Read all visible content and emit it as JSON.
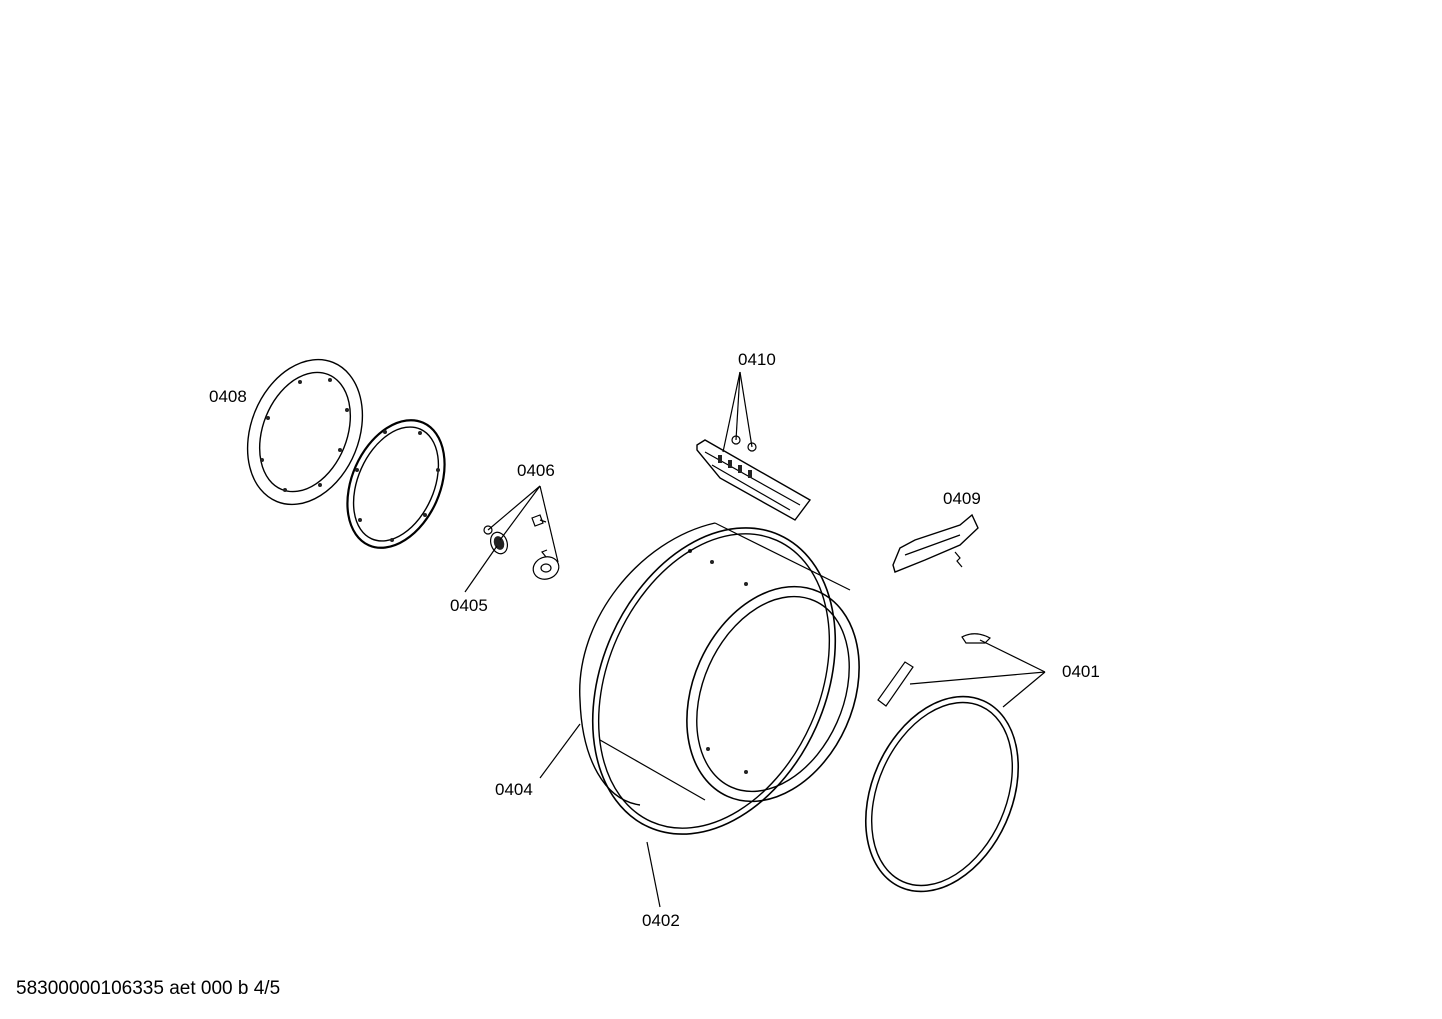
{
  "labels": {
    "p0401": "0401",
    "p0402": "0402",
    "p0404": "0404",
    "p0405": "0405",
    "p0406": "0406",
    "p0408": "0408",
    "p0409": "0409",
    "p0410": "0410"
  },
  "footer": "58300000106335 aet 000 b 4/5"
}
